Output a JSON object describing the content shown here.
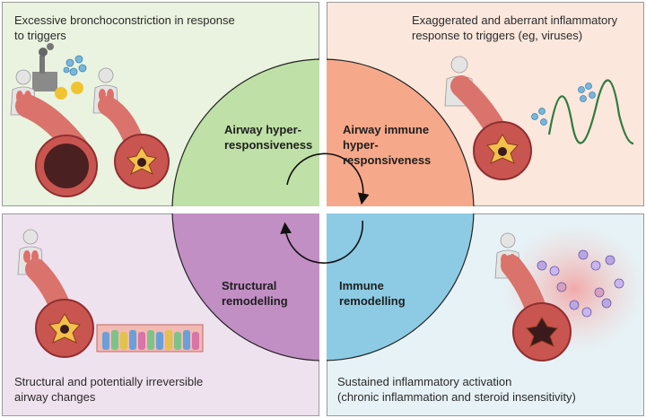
{
  "panels": {
    "top_left": {
      "caption_lines": [
        "Excessive bronchoconstriction in response",
        "to triggers"
      ],
      "stage_label_lines": [
        "Airway hyper-",
        "responsiveness"
      ],
      "color": "#e9f3df",
      "quadrant_color": "#bfe0a6"
    },
    "top_right": {
      "caption_lines": [
        "Exaggerated and aberrant inflammatory",
        "response to triggers (eg, viruses)"
      ],
      "stage_label_lines": [
        "Airway immune",
        "hyper-",
        "responsiveness"
      ],
      "color": "#fbe7dc",
      "quadrant_color": "#f6a98a"
    },
    "bottom_left": {
      "caption_lines": [
        "Structural and potentially irreversible",
        "airway changes"
      ],
      "stage_label_lines": [
        "Structural",
        "remodelling"
      ],
      "color": "#efe2ef",
      "quadrant_color": "#c18fc4"
    },
    "bottom_right": {
      "caption_lines": [
        "Sustained inflammatory activation",
        "(chronic inflammation and steroid insensitivity)"
      ],
      "stage_label_lines": [
        "Immune",
        "remodelling"
      ],
      "color": "#e6f2f6",
      "quadrant_color": "#8ccbe3"
    }
  },
  "icons": [
    "pollution-icon",
    "virus-icon",
    "pollen-icon",
    "person-lungs-icon",
    "airway-tube-icon",
    "inflammation-wave-icon",
    "immune-cell-icon",
    "epithelium-icon",
    "cycle-arrow-icon"
  ]
}
